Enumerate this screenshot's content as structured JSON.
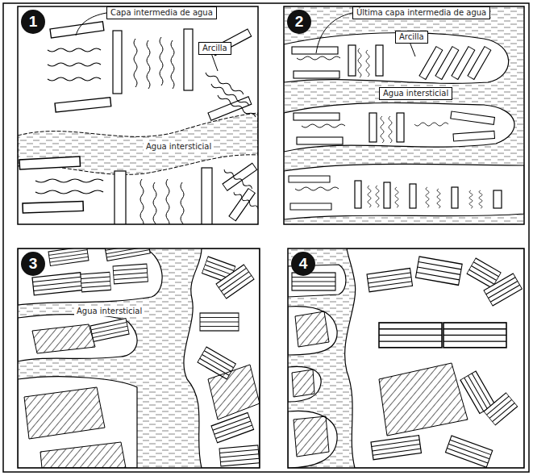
{
  "diagram": {
    "nodes": [
      {
        "text": [
          "1"
        ]
      },
      {
        "text": [
          "Capa intermedia de agua"
        ]
      },
      {
        "text": [
          "Arcilla"
        ]
      },
      {
        "text": [
          "2"
        ]
      },
      {
        "text": [
          "Última capa intermedia de agua"
        ]
      },
      {
        "text": [
          "Arcilla"
        ]
      },
      {
        "text": [
          "Agua intersticial"
        ]
      },
      {
        "text": [
          "3"
        ]
      },
      {
        "text": [
          "4"
        ]
      }
    ],
    "labels": [
      "Agua intersticial",
      "Agua intersticial"
    ]
  }
}
